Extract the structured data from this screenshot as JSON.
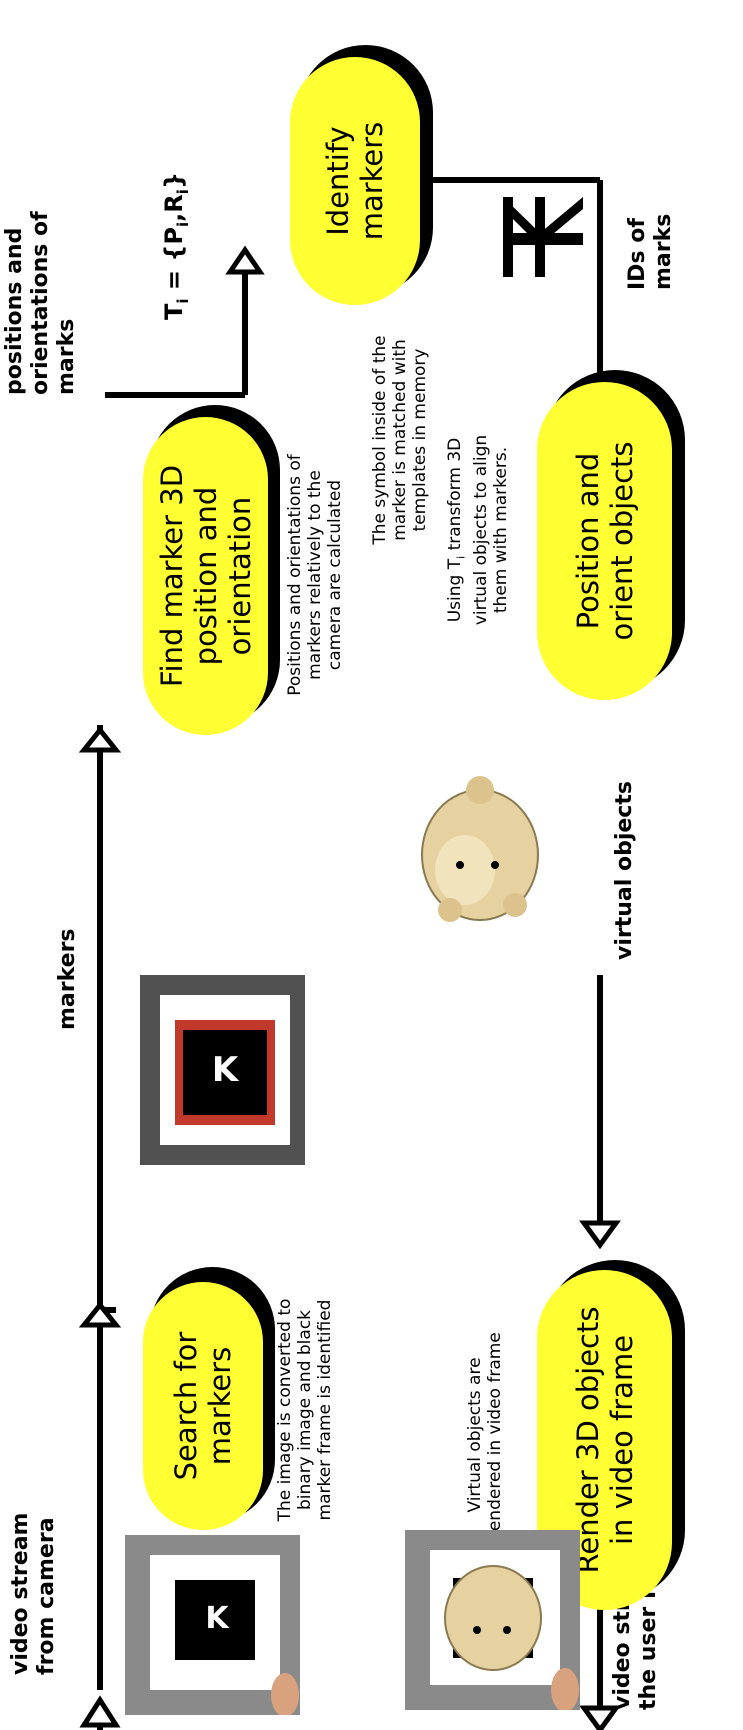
{
  "labels": {
    "video_in": "video stream\nfrom camera",
    "markers": "markers",
    "positions": "positions and\norientations of\nmarks",
    "ids": "IDs of\nmarks",
    "virtual": "virtual objects",
    "video_out": "video stream to\nthe user HMD"
  },
  "formula": {
    "t": "T",
    "i": "i",
    "eq": " = {P",
    "p_i": "i",
    "comma": ",R",
    "r_i": "i",
    "close": "}"
  },
  "steps": {
    "search": "Search for\nmarkers",
    "find": "Find marker 3D\nposition and\norientation",
    "identify": "Identify\nmarkers",
    "position": "Position and\norient objects",
    "render": "Render 3D objects\nin video frame"
  },
  "descriptions": {
    "search": "The image is converted to\nbinary image and black\nmarker frame is identified",
    "find": "Positions and orientations of\nmarkers relatively to the\ncamera are calculated",
    "identify": "The symbol inside of the\nmarker is matched with\ntemplates in memory",
    "position_a": "Using T",
    "position_sub": "i",
    "position_b": " transform 3D\nvirtual objects to align\nthem with markers.",
    "render": "Virtual objects are\nrendered in video frame"
  },
  "colors": {
    "pill": "#ffff33",
    "shadow": "#000000",
    "marker_red": "#c0392b"
  },
  "icons": [
    "camera-frame-marker-image",
    "binary-marker-image",
    "marker-symbol-glyph",
    "virtual-object-creature",
    "rendered-video-frame-image"
  ]
}
